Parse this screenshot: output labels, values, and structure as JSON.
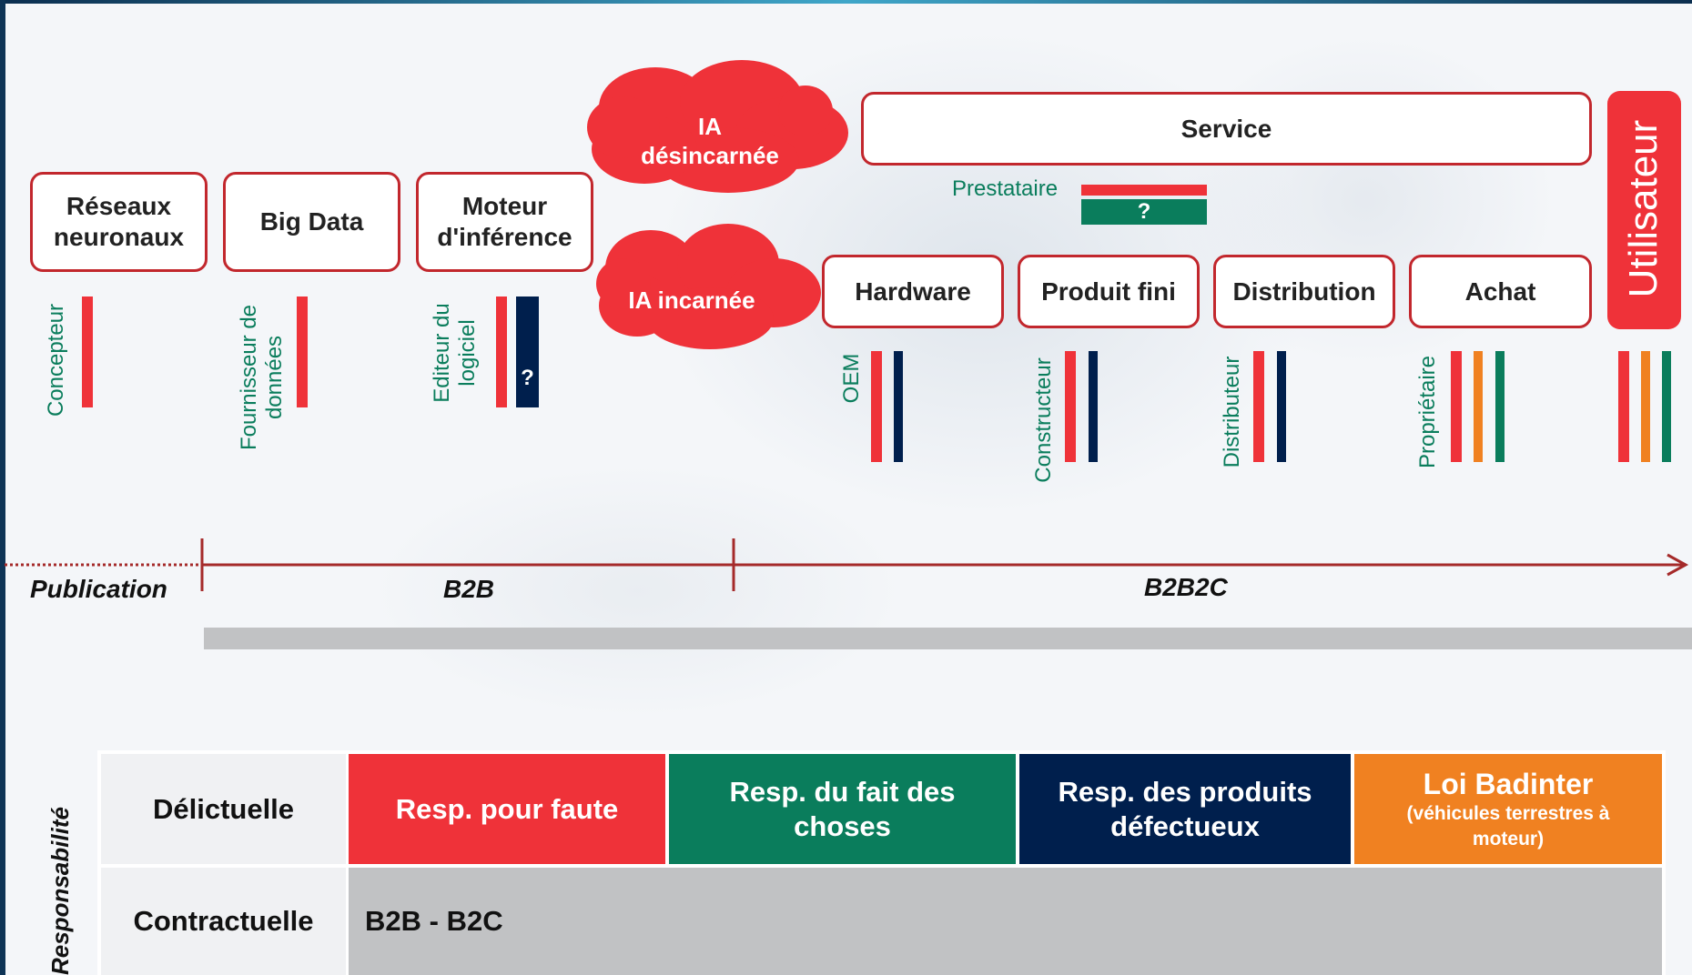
{
  "colors": {
    "red": "#ef3239",
    "green": "#0a7d5c",
    "navy": "#001f4d",
    "orange": "#f08121",
    "border": "#c2272d",
    "grey": "#c1c2c4"
  },
  "top_boxes": {
    "reseaux": "Réseaux neuronaux",
    "bigdata": "Big Data",
    "moteur": "Moteur d'inférence",
    "service": "Service",
    "hardware": "Hardware",
    "produit": "Produit fini",
    "distribution": "Distribution",
    "achat": "Achat",
    "utilisateur": "Utilisateur"
  },
  "clouds": {
    "desincarnee": "IA désincarnée",
    "incarnee": "IA incarnée"
  },
  "actors": {
    "concepteur": "Concepteur",
    "fournisseur": "Fournisseur de données",
    "editeur": "Editeur du logiciel",
    "oem": "OEM",
    "constructeur": "Constructeur",
    "distributeur": "Distributeur",
    "proprietaire": "Propriétaire",
    "prestataire": "Prestataire"
  },
  "question_mark": "?",
  "axis": {
    "publication": "Publication",
    "b2b": "B2B",
    "b2b2c": "B2B2C"
  },
  "table": {
    "side_label": "Responsabilité",
    "row1_label": "Délictuelle",
    "row2_label": "Contractuelle",
    "faute": "Resp. pour faute",
    "choses": "Resp. du fait des choses",
    "produits": "Resp. des produits défectueux",
    "badinter_title": "Loi Badinter",
    "badinter_sub": "(véhicules terrestres à moteur)",
    "contract_value": "B2B - B2C"
  }
}
